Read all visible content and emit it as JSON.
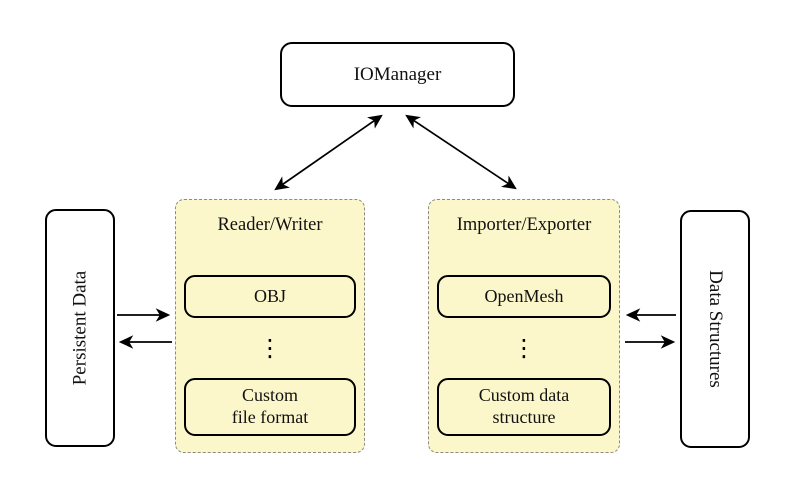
{
  "nodes": {
    "io_manager": {
      "label": "IOManager"
    },
    "persistent_data": {
      "label": "Persistent Data"
    },
    "data_structures": {
      "label": "Data Structures"
    },
    "reader_writer": {
      "title": "Reader/Writer",
      "ellipsis": "⋮",
      "items": [
        {
          "label": "OBJ"
        },
        {
          "label": "Custom\nfile format"
        }
      ]
    },
    "importer_exporter": {
      "title": "Importer/Exporter",
      "ellipsis": "⋮",
      "items": [
        {
          "label": "OpenMesh"
        },
        {
          "label": "Custom data\nstructure"
        }
      ]
    }
  },
  "colors": {
    "container_fill": "#FBF7CA",
    "container_border": "#8A8A8A",
    "node_border": "#000000",
    "node_fill": "#FFFFFF",
    "arrow": "#000000",
    "background": "#FFFFFF"
  }
}
